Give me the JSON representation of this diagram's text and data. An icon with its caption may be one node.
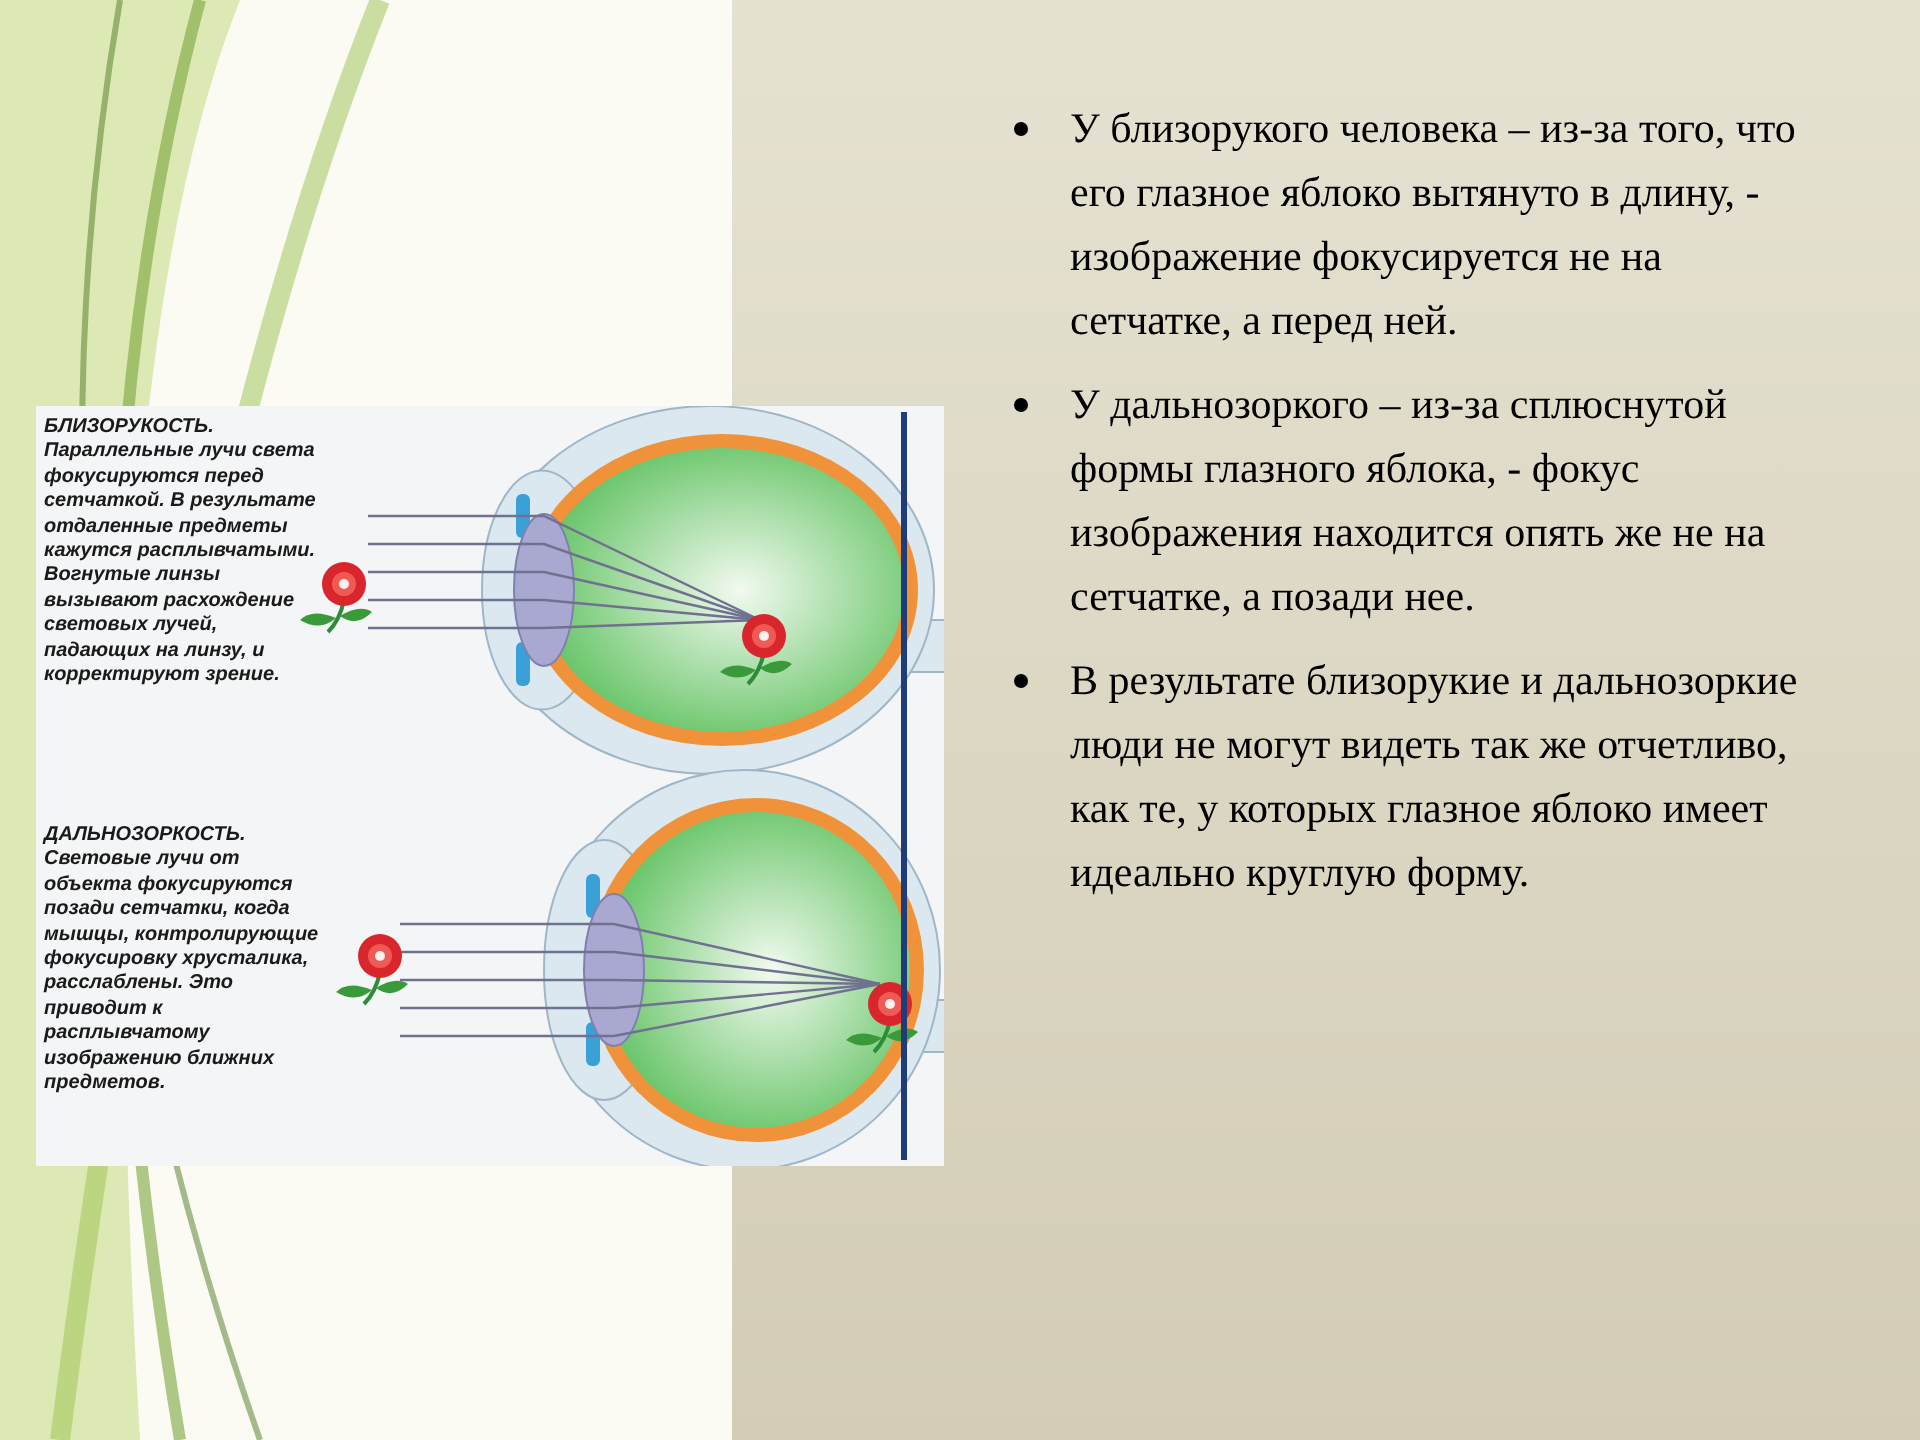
{
  "diagram": {
    "labels": [
      "БЛИЗОРУКОСТЬ.",
      "Параллельные лучи света фокусируются перед сетчаткой. В результате отдаленные предметы кажутся расплывчатыми. Вогнутые линзы вызывают расхождение световых лучей, падающих на линзу, и корректируют зрение.",
      "ДАЛЬНОЗОРКОСТЬ.",
      "Световые лучи от объекта фокусируются позади сетчатки, когда мышцы, контролирующие фокусировку хрусталика, расслаблены. Это приводит к расплывчатому изображению ближних предметов.",
      "У близорукого человека – из-за того, что его глазное яблоко вытянуто в длину, - изображение фокусируется не на сетчатке, а перед ней.",
      "У дальнозоркого – из-за сплюснутой формы глазного яблока, - фокус изображения находится опять же не на сетчатке, а позади нее.",
      "В результате близорукие и дальнозоркие люди не могут видеть так же отчетливо, как те, у которых глазное яблоко имеет идеально круглую форму."
    ]
  }
}
